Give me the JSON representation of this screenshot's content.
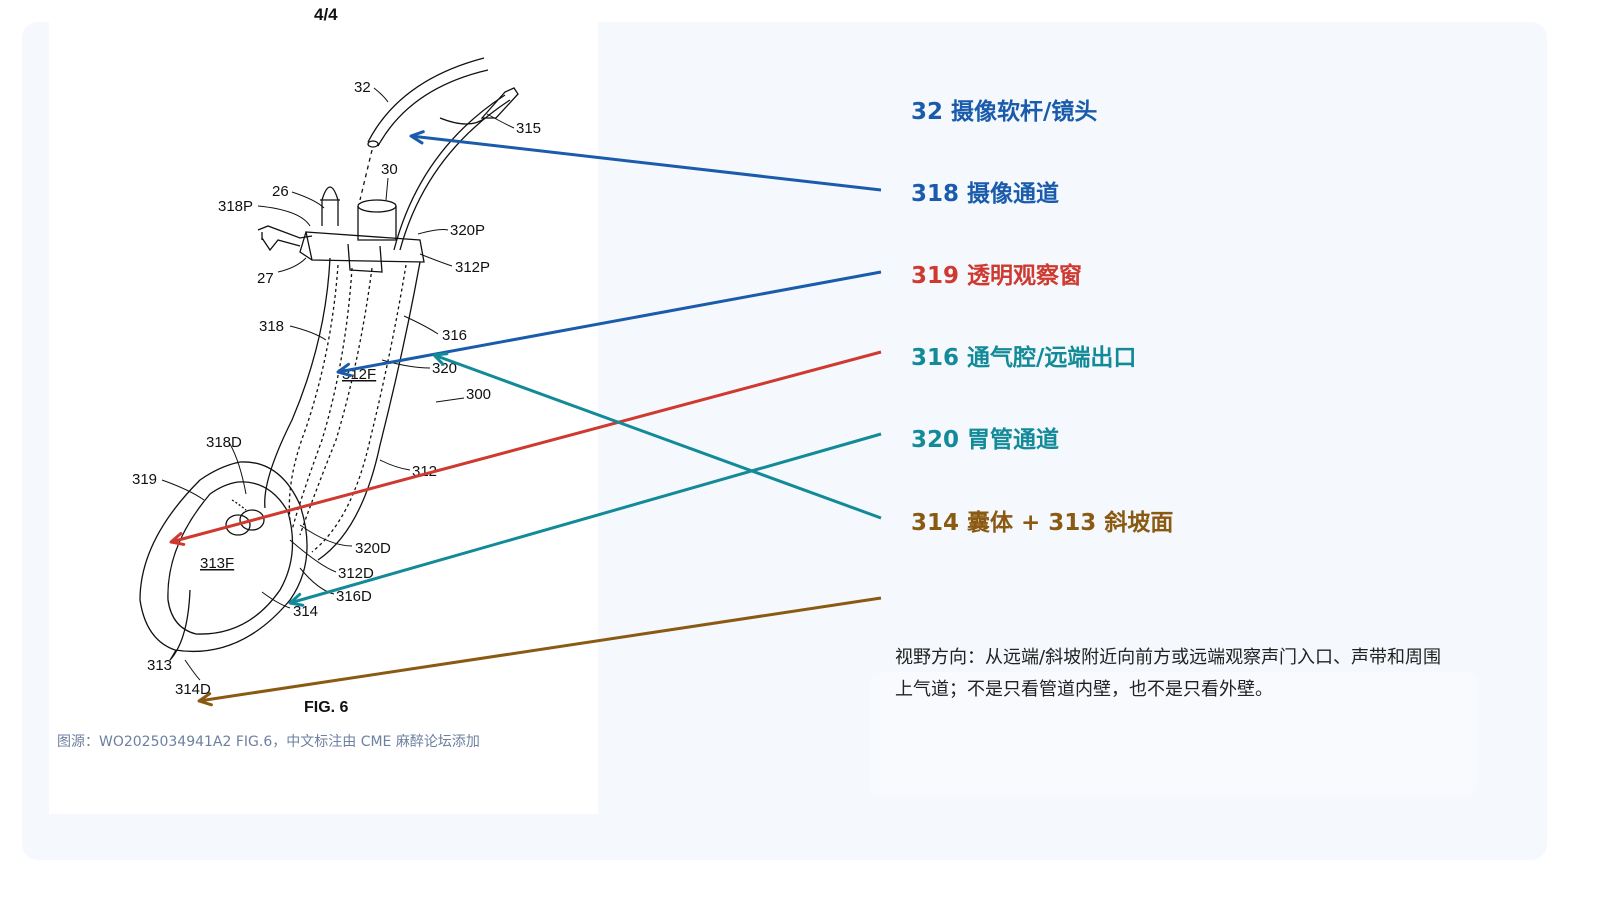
{
  "page_number": "4/4",
  "figure_title": "FIG. 6",
  "caption": "图源：WO2025034941A2 FIG.6，中文标注由 CME 麻醉论坛添加",
  "figure_labels": {
    "l32": "32",
    "l315": "315",
    "l30": "30",
    "l26": "26",
    "l318P": "318P",
    "l320P": "320P",
    "l312P": "312P",
    "l27": "27",
    "l318": "318",
    "l316": "316",
    "l312F": "312F",
    "l320": "320",
    "l300": "300",
    "l318D": "318D",
    "l319": "319",
    "l312": "312",
    "l313F": "313F",
    "l320D": "320D",
    "l312D": "312D",
    "l316D": "316D",
    "l314": "314",
    "l313": "313",
    "l314D": "314D"
  },
  "legend": [
    {
      "text": "32 摄像软杆/镜头",
      "color": "#1a5cab"
    },
    {
      "text": "318 摄像通道",
      "color": "#1a5cab"
    },
    {
      "text": "319 透明观察窗",
      "color": "#cf3a30"
    },
    {
      "text": "316 通气腔/远端出口",
      "color": "#128a98"
    },
    {
      "text": "320 胃管通道",
      "color": "#128a98"
    },
    {
      "text": "314 囊体 + 313 斜坡面",
      "color": "#8a5a12"
    }
  ],
  "arrow_colors": [
    "#1a5cab",
    "#1a5cab",
    "#cf3a30",
    "#128a98",
    "#128a98",
    "#8a5a12"
  ],
  "note": "视野方向：从远端/斜坡附近向前方或远端观察声门入口、声带和周围上气道；不是只看管道内壁，也不是只看外壁。"
}
